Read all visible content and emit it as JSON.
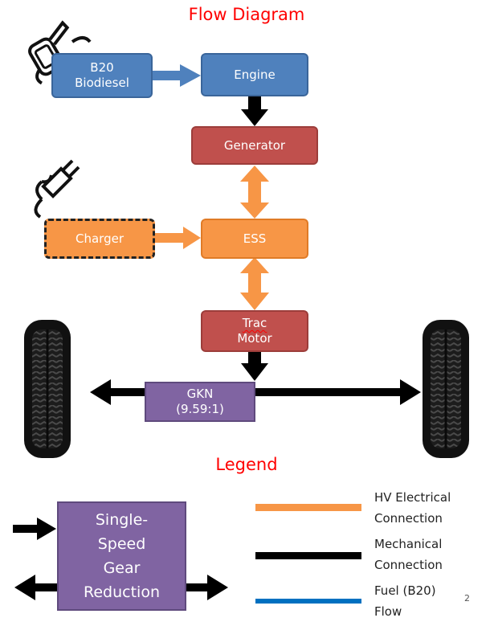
{
  "title": "Flow Diagram",
  "nodes": {
    "fuel": [
      "B20",
      "Biodiesel"
    ],
    "engine": "Engine",
    "generator": "Generator",
    "charger": "Charger",
    "ess": "ESS",
    "trac_motor": [
      "Trac",
      "Motor"
    ],
    "gkn": [
      "GKN",
      "(9.59:1)"
    ]
  },
  "legend": {
    "title": "Legend",
    "gear_box": [
      "Single-",
      "Speed",
      "Gear",
      "Reduction"
    ],
    "items": [
      {
        "label": "HV Electrical\nConnection",
        "color": "#f79646"
      },
      {
        "label": "Mechanical\nConnection",
        "color": "#000000"
      },
      {
        "label": "Fuel (B20)\nFlow",
        "color": "#0070c0"
      }
    ]
  },
  "page_number": "2",
  "colors": {
    "title": "#ff0000",
    "engine_fill": "#4f81bd",
    "generator_fill": "#c0504d",
    "ess_fill": "#f79646",
    "gearbox_fill": "#8064a2",
    "hv_arrow": "#f79646",
    "fuel_arrow": "#4f81bd",
    "mech_arrow": "#000000"
  },
  "icons": [
    "fuel-nozzle-icon",
    "electric-plug-icon",
    "tire-icon"
  ]
}
